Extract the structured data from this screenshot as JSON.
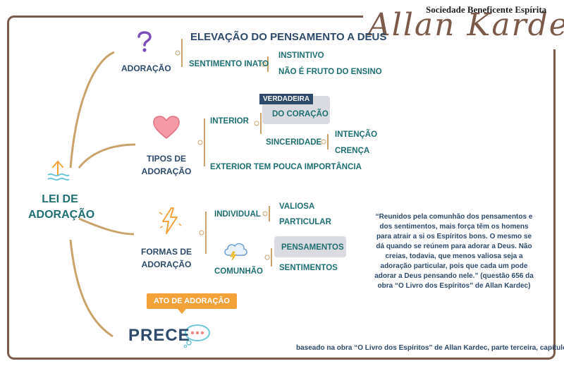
{
  "brand": {
    "org": "Sociedade Beneficente Espírita",
    "signature": "Allan Kardec"
  },
  "title": "LEI DE ADORAÇÃO",
  "sections": {
    "adoracao": {
      "label": "ADORAÇÃO",
      "heading": "ELEVAÇÃO DO PENSAMENTO A DEUS",
      "sentimento": "SENTIMENTO INATO",
      "instintivo": "INSTINTIVO",
      "nao_fruto": "NÃO É FRUTO DO ENSINO"
    },
    "tipos": {
      "label_line1": "TIPOS DE",
      "label_line2": "ADORAÇÃO",
      "interior": "INTERIOR",
      "tag": "VERDADEIRA",
      "coracao": "DO CORAÇÃO",
      "sinceridade": "SINCERIDADE",
      "intencao": "INTENÇÃO",
      "crenca": "CRENÇA",
      "exterior": "EXTERIOR TEM POUCA IMPORTÂNCIA"
    },
    "formas": {
      "label_line1": "FORMAS DE",
      "label_line2": "ADORAÇÃO",
      "individual": "INDIVIDUAL",
      "valiosa": "VALIOSA",
      "particular": "PARTICULAR",
      "comunhao": "COMUNHÃO",
      "pensamentos": "PENSAMENTOS",
      "sentimentos": "SENTIMENTOS"
    },
    "prece": {
      "tag": "ATO DE ADORAÇÃO",
      "label": "PRECE"
    }
  },
  "quote": "“Reunidos pela comunhão dos pensamentos e dos sentimentos, mais força têm os homens para atrair a si os Espíritos bons. O mesmo se dá quando se reúnem para adorar a Deus. Não creias, todavia, que menos valiosa seja a adoração particular, pois que cada um pode adorar a Deus pensando nele.” (questão 656 da obra “O Livro dos Espíritos” de Allan Kardec)",
  "footer": "baseado na obra “O Livro dos Espíritos” de Allan Kardec, parte terceira, capítulo II.",
  "colors": {
    "teal": "#1e6f72",
    "navy": "#2d4a6a",
    "tan": "#c9a46a",
    "orange": "#f3a23a",
    "frame": "#7a5b4c"
  },
  "icons": [
    "question-icon",
    "heart-icon",
    "lightning-icon",
    "storm-cloud-icon",
    "speech-bubble-icon",
    "arrow-up-icon"
  ]
}
